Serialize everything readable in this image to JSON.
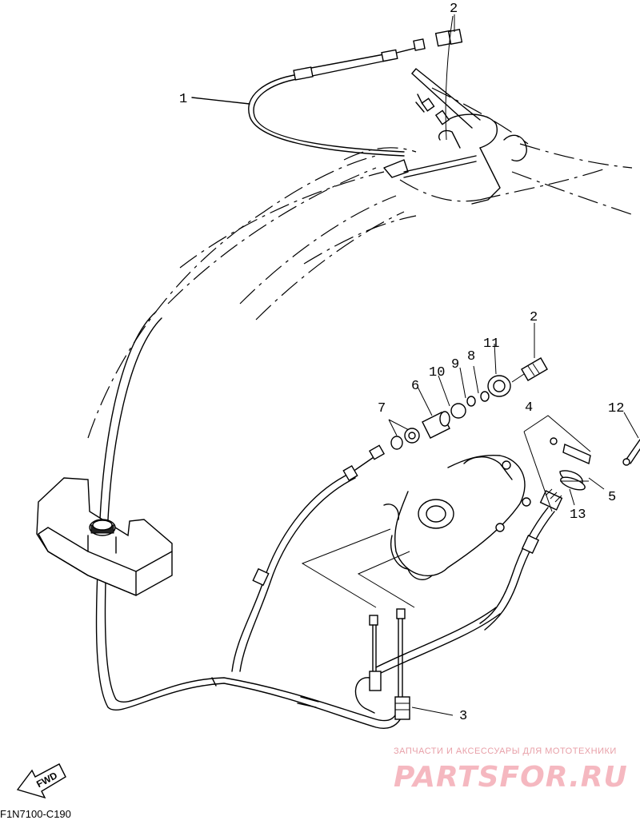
{
  "diagram": {
    "callouts": [
      "1",
      "2",
      "2",
      "3",
      "4",
      "5",
      "6",
      "7",
      "8",
      "9",
      "10",
      "11",
      "12",
      "13"
    ],
    "arrow_label": "FWD",
    "code": "F1N7100-C190"
  },
  "watermark": {
    "caption": "ЗАПЧАСТИ И АКСЕССУАРЫ ДЛЯ МОТОТЕХНИКИ",
    "brand": "PARTSFOR.RU"
  }
}
